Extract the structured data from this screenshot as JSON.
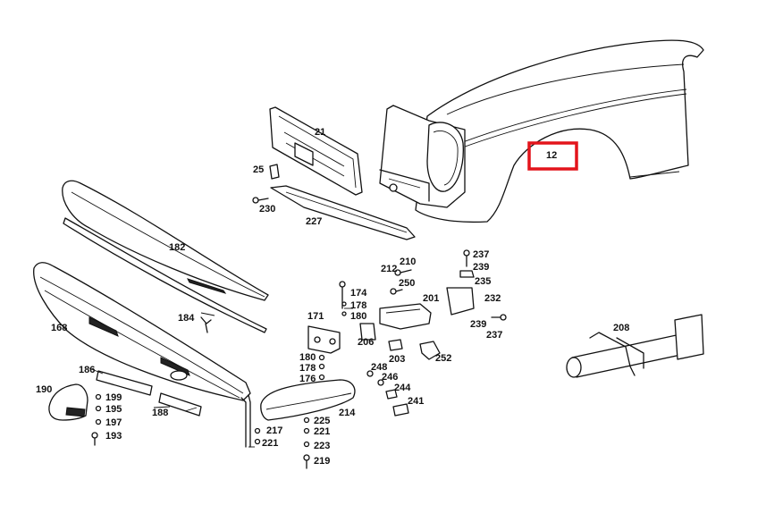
{
  "highlight": {
    "label": "12",
    "color": "#e3141b"
  },
  "labels": {
    "p12": "12",
    "p21": "21",
    "p25": "25",
    "p230": "230",
    "p227": "227",
    "p182": "182",
    "p184": "184",
    "p168": "168",
    "p186": "186",
    "p190": "190",
    "p199": "199",
    "p195": "195",
    "p197": "197",
    "p193": "193",
    "p188": "188",
    "p174": "174",
    "p178a": "178",
    "p180a": "180",
    "p171": "171",
    "p206": "206",
    "p180b": "180",
    "p178b": "178",
    "p176": "176",
    "p212": "212",
    "p210": "210",
    "p250": "250",
    "p201": "201",
    "p203": "203",
    "p252": "252",
    "p248": "248",
    "p246": "246",
    "p244": "244",
    "p241": "241",
    "p237a": "237",
    "p239a": "239",
    "p235": "235",
    "p232": "232",
    "p239b": "239",
    "p237b": "237",
    "p208": "208",
    "p214": "214",
    "p217": "217",
    "p221a": "221",
    "p225": "225",
    "p221b": "221",
    "p223": "223",
    "p219": "219"
  }
}
